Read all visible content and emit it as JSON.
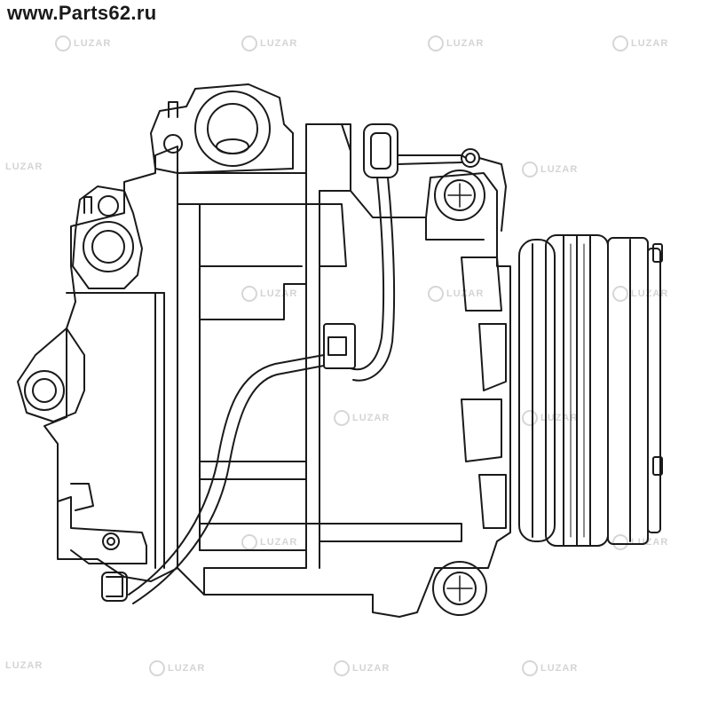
{
  "header": {
    "site_label": "www.Parts62.ru"
  },
  "watermark": {
    "text": "LUZAR",
    "color": "#d4d4d4"
  },
  "drawing": {
    "subject": "compressor-line-drawing",
    "stroke_color": "#1a1a1a"
  }
}
